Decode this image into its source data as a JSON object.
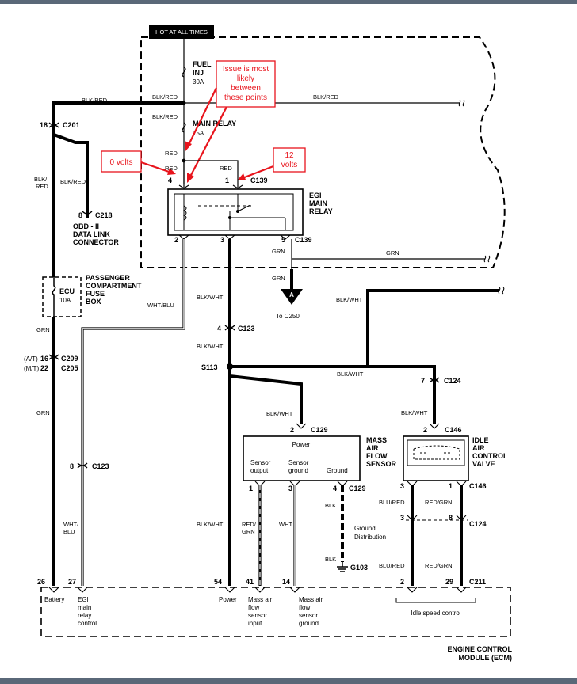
{
  "header": {
    "hot_at_all_times": "HOT AT ALL TIMES"
  },
  "fuses": {
    "fuel_inj": {
      "line1": "FUEL",
      "line2": "INJ",
      "rating": "30A"
    },
    "main_relay": {
      "label": "MAIN RELAY",
      "rating": "15A"
    },
    "ecu": {
      "label": "ECU",
      "rating": "10A"
    }
  },
  "fuse_box": {
    "line1": "PASSENGER",
    "line2": "COMPARTMENT",
    "line3": "FUSE",
    "line4": "BOX"
  },
  "wires": {
    "blk_red": "BLK/RED",
    "blk_red_split1": "BLK/",
    "blk_red_split2": "RED",
    "red": "RED",
    "grn": "GRN",
    "blk_wht": "BLK/WHT",
    "wht_blu": "WHT/BLU",
    "wht_blu_split1": "WHT/",
    "wht_blu_split2": "BLU",
    "red_grn_split1": "RED/",
    "red_grn_split2": "GRN",
    "wht": "WHT",
    "blk": "BLK",
    "blu_red": "BLU/RED",
    "red_grn": "RED/GRN"
  },
  "connectors": {
    "c201": "C201",
    "c218": "C218",
    "c209": "C209",
    "c205": "C205",
    "c123": "C123",
    "c139": "C139",
    "c129": "C129",
    "c124": "C124",
    "c146": "C146",
    "c211": "C211",
    "s113": "S113",
    "g103": "G103",
    "c250": "To C250",
    "node_a": "A",
    "at": "(A/T)",
    "mt": "(M/T)"
  },
  "pins": {
    "p18": "18",
    "p8": "8",
    "p4": "4",
    "p1": "1",
    "p2": "2",
    "p3": "3",
    "p5": "5",
    "p16": "16",
    "p22": "22",
    "p7": "7",
    "p26": "26",
    "p27": "27",
    "p54": "54",
    "p41": "41",
    "p14": "14",
    "p29": "29"
  },
  "obd": {
    "line1": "OBD - II",
    "line2": "DATA LINK",
    "line3": "CONNECTOR"
  },
  "egi_relay": {
    "line1": "EGI",
    "line2": "MAIN",
    "line3": "RELAY"
  },
  "maf": {
    "title1": "MASS",
    "title2": "AIR",
    "title3": "FLOW",
    "title4": "SENSOR",
    "power": "Power",
    "sensor": "Sensor",
    "output": "output",
    "ground": "ground",
    "ground_pin": "Ground"
  },
  "iac": {
    "line1": "IDLE",
    "line2": "AIR",
    "line3": "CONTROL",
    "line4": "VALVE"
  },
  "ground_dist": {
    "line1": "Ground",
    "line2": "Distribution"
  },
  "ecm": {
    "battery": "Battery",
    "egi1": "EGI",
    "egi2": "main",
    "egi3": "relay",
    "egi4": "control",
    "power": "Power",
    "mafin1": "Mass air",
    "mafin2": "flow",
    "mafin3": "sensor",
    "mafin4": "input",
    "mafgnd1": "Mass air",
    "mafgnd2": "flow",
    "mafgnd3": "sensor",
    "mafgnd4": "ground",
    "idle": "Idle speed control",
    "title1": "ENGINE CONTROL",
    "title2": "MODULE (ECM)"
  },
  "annotations": {
    "issue1": "Issue is most",
    "issue2": "likely",
    "issue3": "between",
    "issue4": "these points",
    "zero_volts": "0 volts",
    "twelve1": "12",
    "twelve2": "volts",
    "accent_color": "#e8141c"
  }
}
